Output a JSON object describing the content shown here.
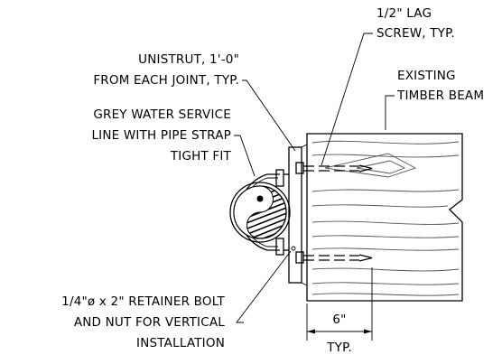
{
  "callouts": {
    "lag_screw": [
      "1/2\" LAG",
      "SCREW, TYP."
    ],
    "existing_beam": [
      "EXISTING",
      "TIMBER BEAM"
    ],
    "unistrut": [
      "UNISTRUT, 1'-0\"",
      "FROM EACH JOINT, TYP."
    ],
    "grey_water": [
      "GREY WATER SERVICE",
      "LINE WITH PIPE STRAP",
      "TIGHT FIT"
    ],
    "retainer_bolt": [
      "1/4\"ø x 2\" RETAINER BOLT",
      "AND NUT FOR VERTICAL",
      "INSTALLATION"
    ]
  },
  "dimension": {
    "value": "6\"",
    "typ": "TYP."
  }
}
